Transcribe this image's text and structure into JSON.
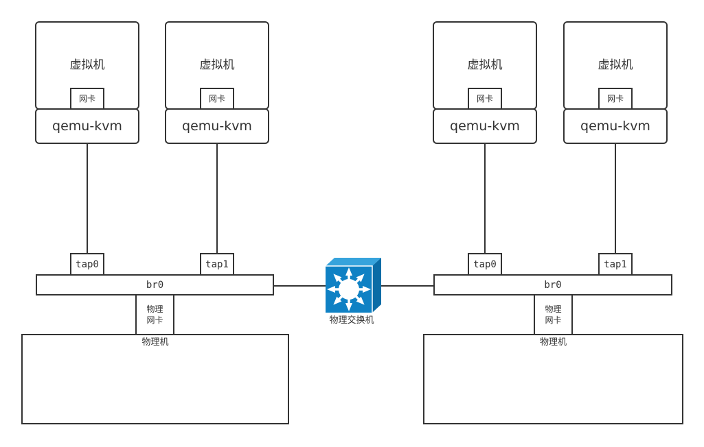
{
  "page": {
    "background": "#ffffff",
    "line_color": "#333333",
    "text_color": "#333333"
  },
  "hosts": [
    {
      "host_label": "物理机",
      "bridge_label": "br0",
      "phys_nic_label": "物理\n网卡",
      "vms": [
        {
          "vm_label": "虚拟机",
          "nic_label": "网卡",
          "hypervisor_label": "qemu-kvm",
          "tap_label": "tap0"
        },
        {
          "vm_label": "虚拟机",
          "nic_label": "网卡",
          "hypervisor_label": "qemu-kvm",
          "tap_label": "tap1"
        }
      ]
    },
    {
      "host_label": "物理机",
      "bridge_label": "br0",
      "phys_nic_label": "物理\n网卡",
      "vms": [
        {
          "vm_label": "虚拟机",
          "nic_label": "网卡",
          "hypervisor_label": "qemu-kvm",
          "tap_label": "tap0"
        },
        {
          "vm_label": "虚拟机",
          "nic_label": "网卡",
          "hypervisor_label": "qemu-kvm",
          "tap_label": "tap1"
        }
      ]
    }
  ],
  "switch": {
    "label": "物理交换机",
    "colors": {
      "top": "#36a3dc",
      "front": "#0f81c4",
      "side": "#0b6ca6",
      "glyph": "#ffffff"
    }
  }
}
